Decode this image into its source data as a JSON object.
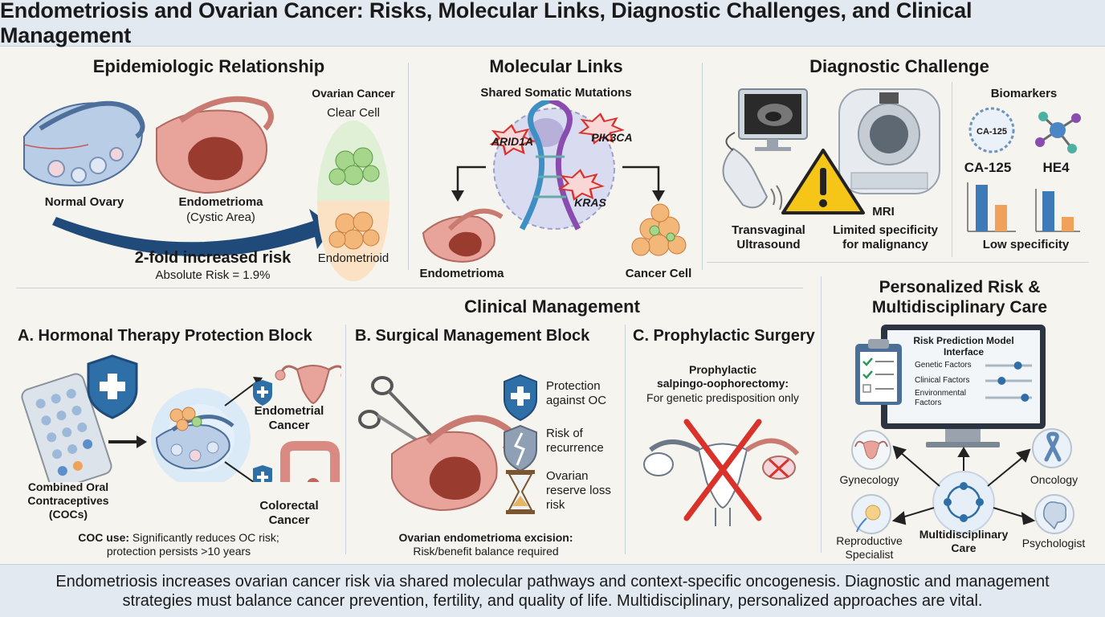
{
  "title": "Endometriosis and Ovarian Cancer: Risks, Molecular Links, Diagnostic Challenges, and Clinical Management",
  "epi": {
    "heading": "Epidemiologic Relationship",
    "normal_ovary": "Normal Ovary",
    "endometrioma": "Endometrioma",
    "cystic": "(Cystic Area)",
    "ovarian_cancer": "Ovarian Cancer",
    "clear_cell": "Clear Cell",
    "endometrioid": "Endometrioid",
    "risk": "2-fold increased risk",
    "absolute": "Absolute Risk = 1.9%"
  },
  "molecular": {
    "heading": "Molecular Links",
    "shared": "Shared Somatic Mutations",
    "mut1": "ARID1A",
    "mut2": "PIK3CA",
    "mut3": "KRAS",
    "left": "Endometrioma",
    "right": "Cancer Cell"
  },
  "diagnostic": {
    "heading": "Diagnostic Challenge",
    "tvus": "Transvaginal\nUltrasound",
    "mri": "MRI",
    "limited": "Limited specificity\nfor malignancy",
    "biomarkers": "Biomarkers",
    "ca125_badge": "CA-125",
    "ca125": "CA-125",
    "he4": "HE4",
    "low": "Low specificity"
  },
  "clinical": {
    "heading": "Clinical Management",
    "a_title": "A. Hormonal Therapy Protection Block",
    "coc": "Combined Oral\nContraceptives\n(COCs)",
    "endometrial": "Endometrial\nCancer",
    "colorectal": "Colorectal\nCancer",
    "coc_use_b": "COC use:",
    "coc_use": " Significantly reduces OC risk;",
    "coc_use2": "protection persists >10 years",
    "b_title": "B. Surgical Management Block",
    "protection": "Protection\nagainst OC",
    "recurrence": "Risk of\nrecurrence",
    "reserve": "Ovarian\nreserve loss\nrisk",
    "excision_b": "Ovarian endometrioma excision:",
    "excision": "Risk/benefit balance required",
    "c_title": "C. Prophylactic Surgery",
    "pso_b": "Prophylactic\nsalpingo-oophorectomy:",
    "pso": "For genetic predisposition only"
  },
  "personal": {
    "heading": "Personalized Risk &\nMultidisciplinary Care",
    "model": "Risk Prediction Model\nInterface",
    "genetic": "Genetic Factors",
    "clinical": "Clinical Factors",
    "environmental": "Environmental\nFactors",
    "slider_genetic": 0.7,
    "slider_clinical": 0.35,
    "slider_env": 0.85,
    "gyn": "Gynecology",
    "onc": "Oncology",
    "repro": "Reproductive\nSpecialist",
    "psych": "Psychologist",
    "mdc": "Multidisciplinary\nCare"
  },
  "footer": {
    "line1": "Endometriosis increases ovarian cancer risk via shared molecular pathways and context-specific oncogenesis. Diagnostic and management",
    "line2": "strategies must balance cancer prevention, fertility, and quality of life. Multidisciplinary, personalized approaches are vital."
  },
  "colors": {
    "blue": "#2f6fa8",
    "navy": "#1f4a7a",
    "orange": "#f0a15a",
    "tissue": "#d98a82",
    "mass": "#a8473a",
    "red": "#d9322b"
  }
}
